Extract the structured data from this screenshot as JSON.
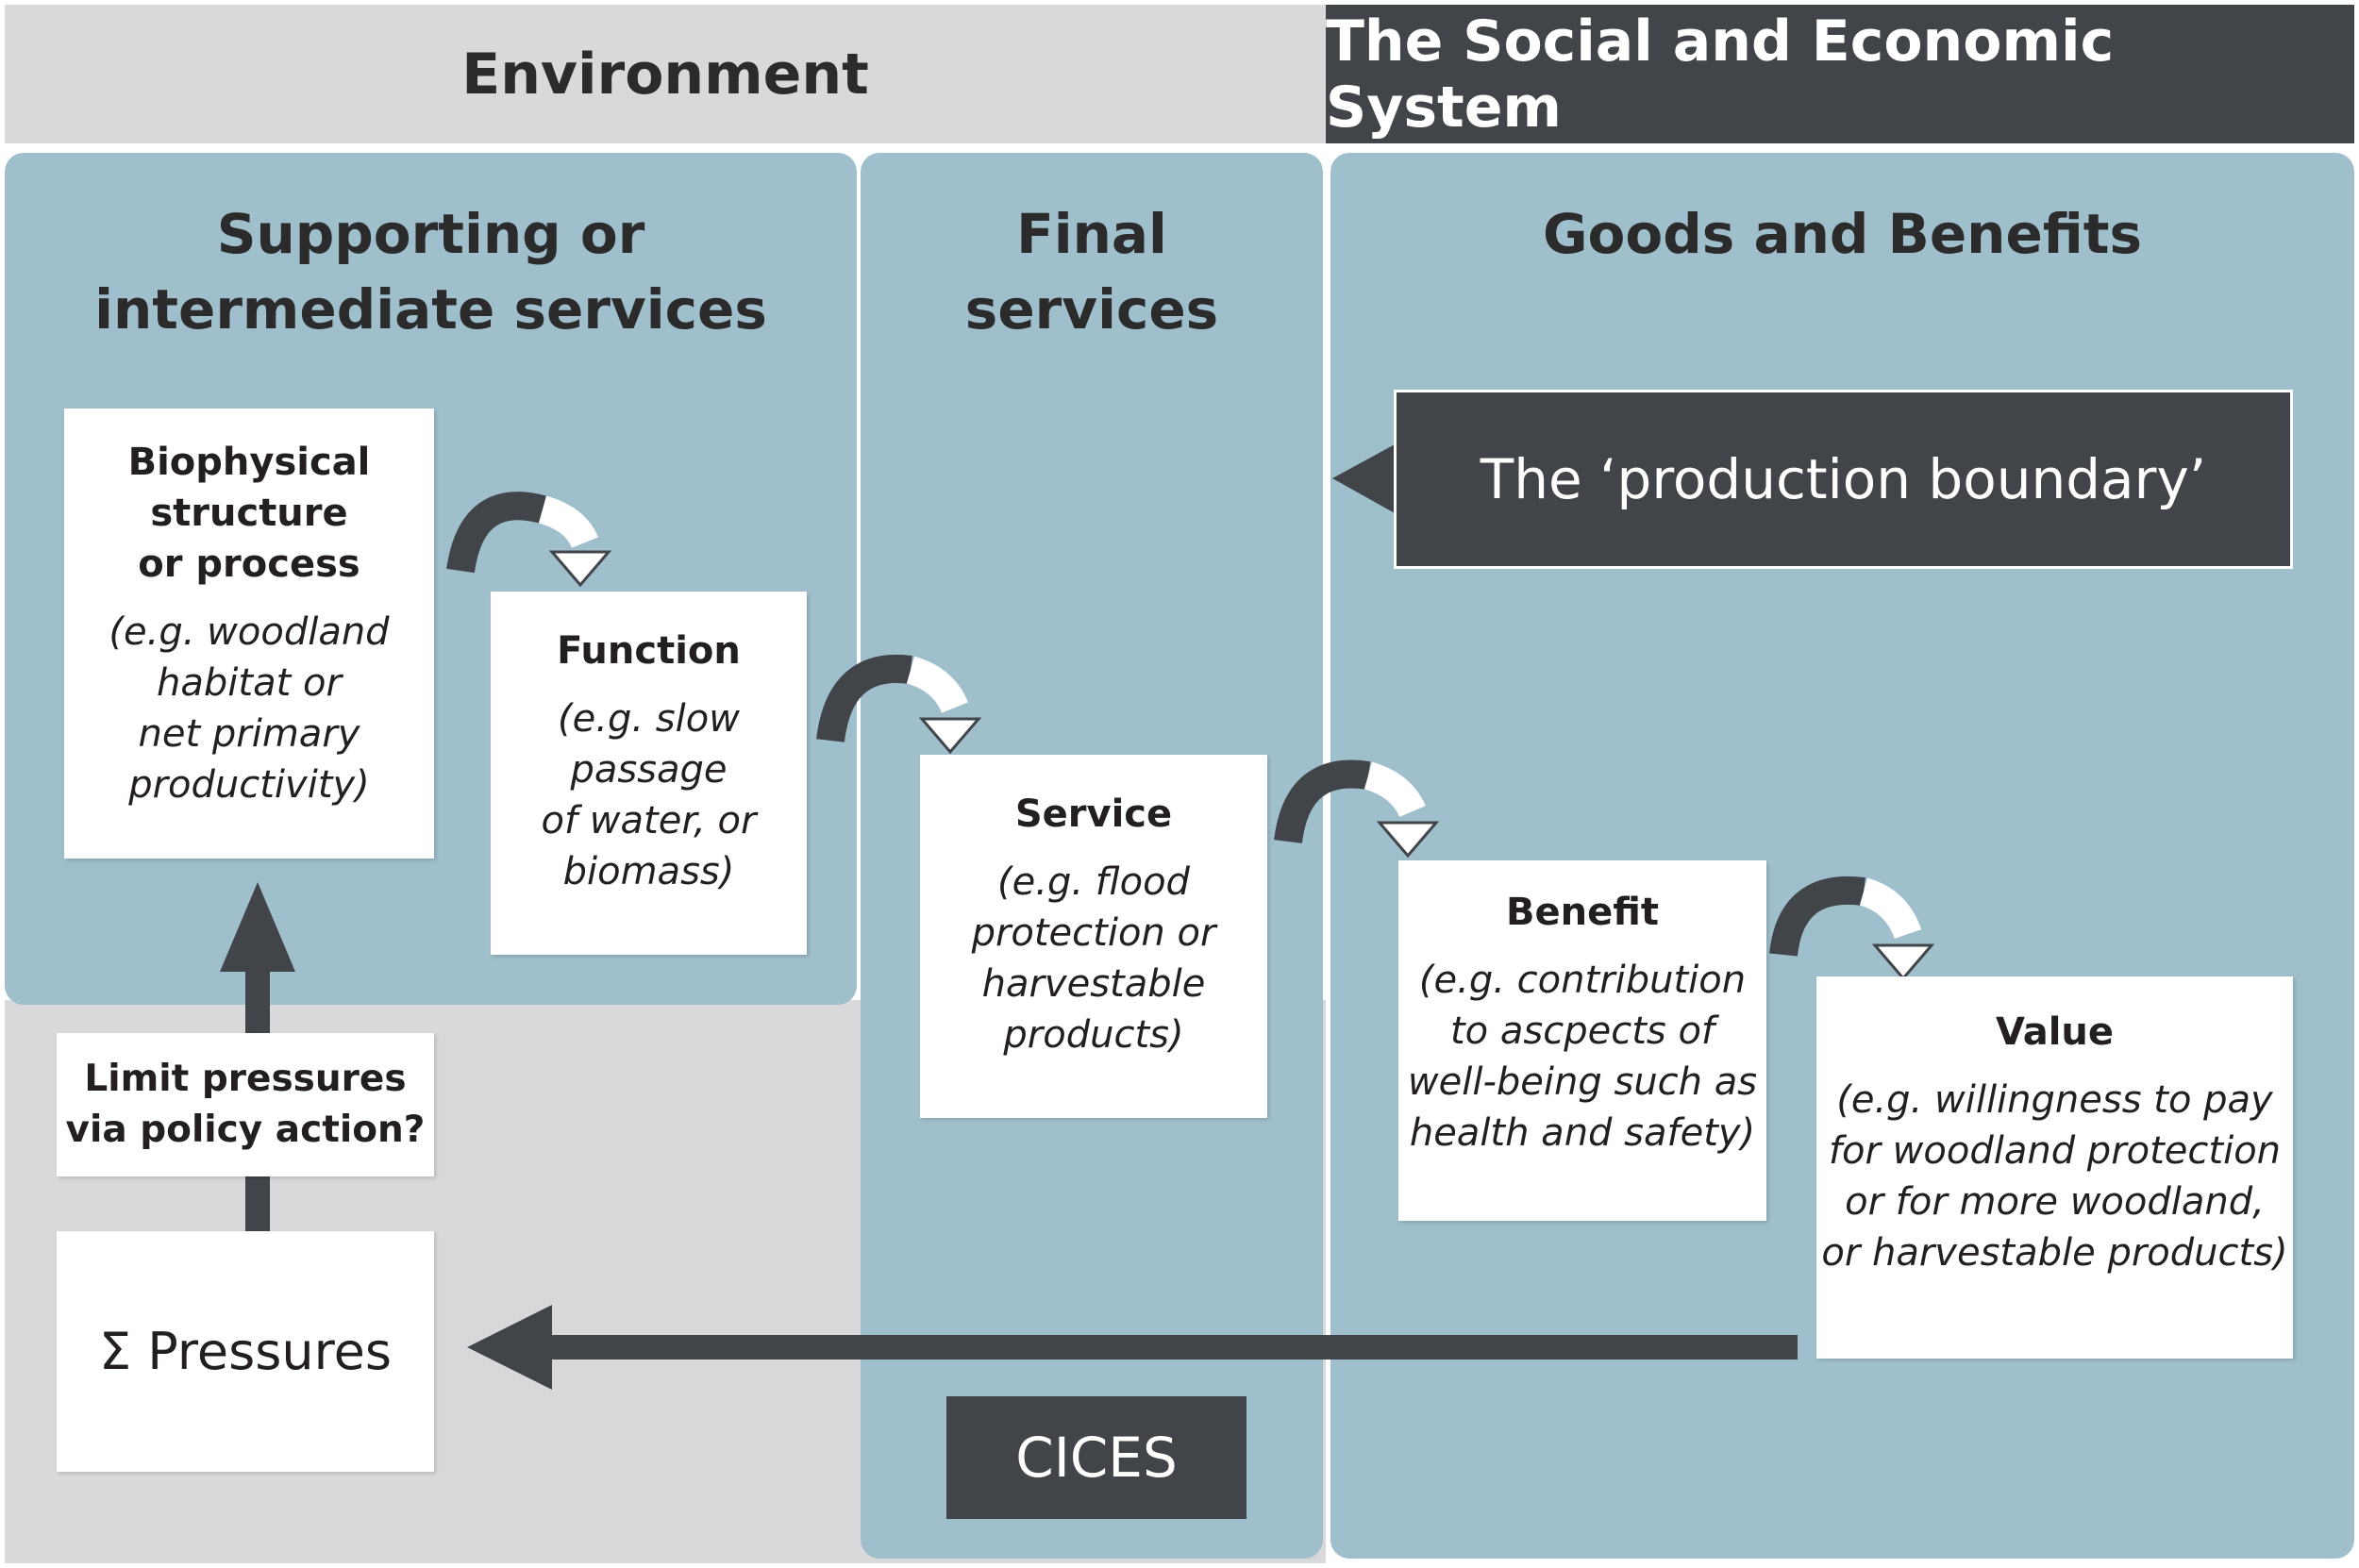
{
  "header": {
    "environment": "Environment",
    "social_economic": "The Social and Economic  System"
  },
  "panels": {
    "supporting": "Supporting or\nintermediate services",
    "final": "Final\nservices",
    "goods": "Goods and Benefits"
  },
  "production_boundary": "The ‘production boundary’",
  "cards": {
    "biophysical": {
      "title": "Biophysical\nstructure\nor process",
      "example": "(e.g. woodland\nhabitat or\nnet primary\nproductivity)"
    },
    "function": {
      "title": "Function",
      "example": "(e.g. slow\npassage\nof water, or\nbiomass)"
    },
    "service": {
      "title": "Service",
      "example": "(e.g. flood\nprotection or\nharvestable\nproducts)"
    },
    "benefit": {
      "title": "Benefit",
      "example": "(e.g. contribution\nto ascpects of\nwell-being such as\nhealth and safety)"
    },
    "value": {
      "title": "Value",
      "example": "(e.g. willingness to pay\nfor woodland protection\nor for more woodland,\nor harvestable products)"
    }
  },
  "limit_pressures": "Limit pressures\nvia policy action?",
  "pressures": "Σ Pressures",
  "cices": "CICES",
  "colors": {
    "panel_blue": "#a0bfcd",
    "dark_gray": "#414549",
    "light_gray": "#d9d9db"
  }
}
